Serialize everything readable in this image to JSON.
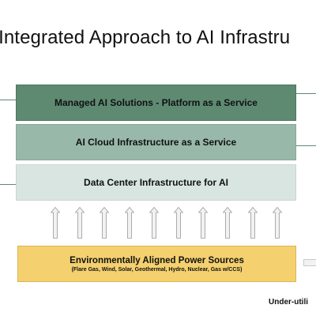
{
  "title": "-Integrated Approach to AI Infrastru",
  "layers": {
    "paas": "Managed AI Solutions - Platform as a Service",
    "cloud": "AI Cloud Infrastructure as a Service",
    "datacenter": "Data Center Infrastructure for AI",
    "power_title": "Environmentally Aligned Power Sources",
    "power_subtitle": "(Flare Gas, Wind, Solar, Geothermal, Hydro, Nuclear, Gas w/CCS)"
  },
  "bottom_label": "Under-utili",
  "colors": {
    "paas": "#5e8a72",
    "cloud": "#98b8a9",
    "datacenter": "#d9e5e1",
    "power": "#f4d06f"
  },
  "upward_arrow_count": 10
}
